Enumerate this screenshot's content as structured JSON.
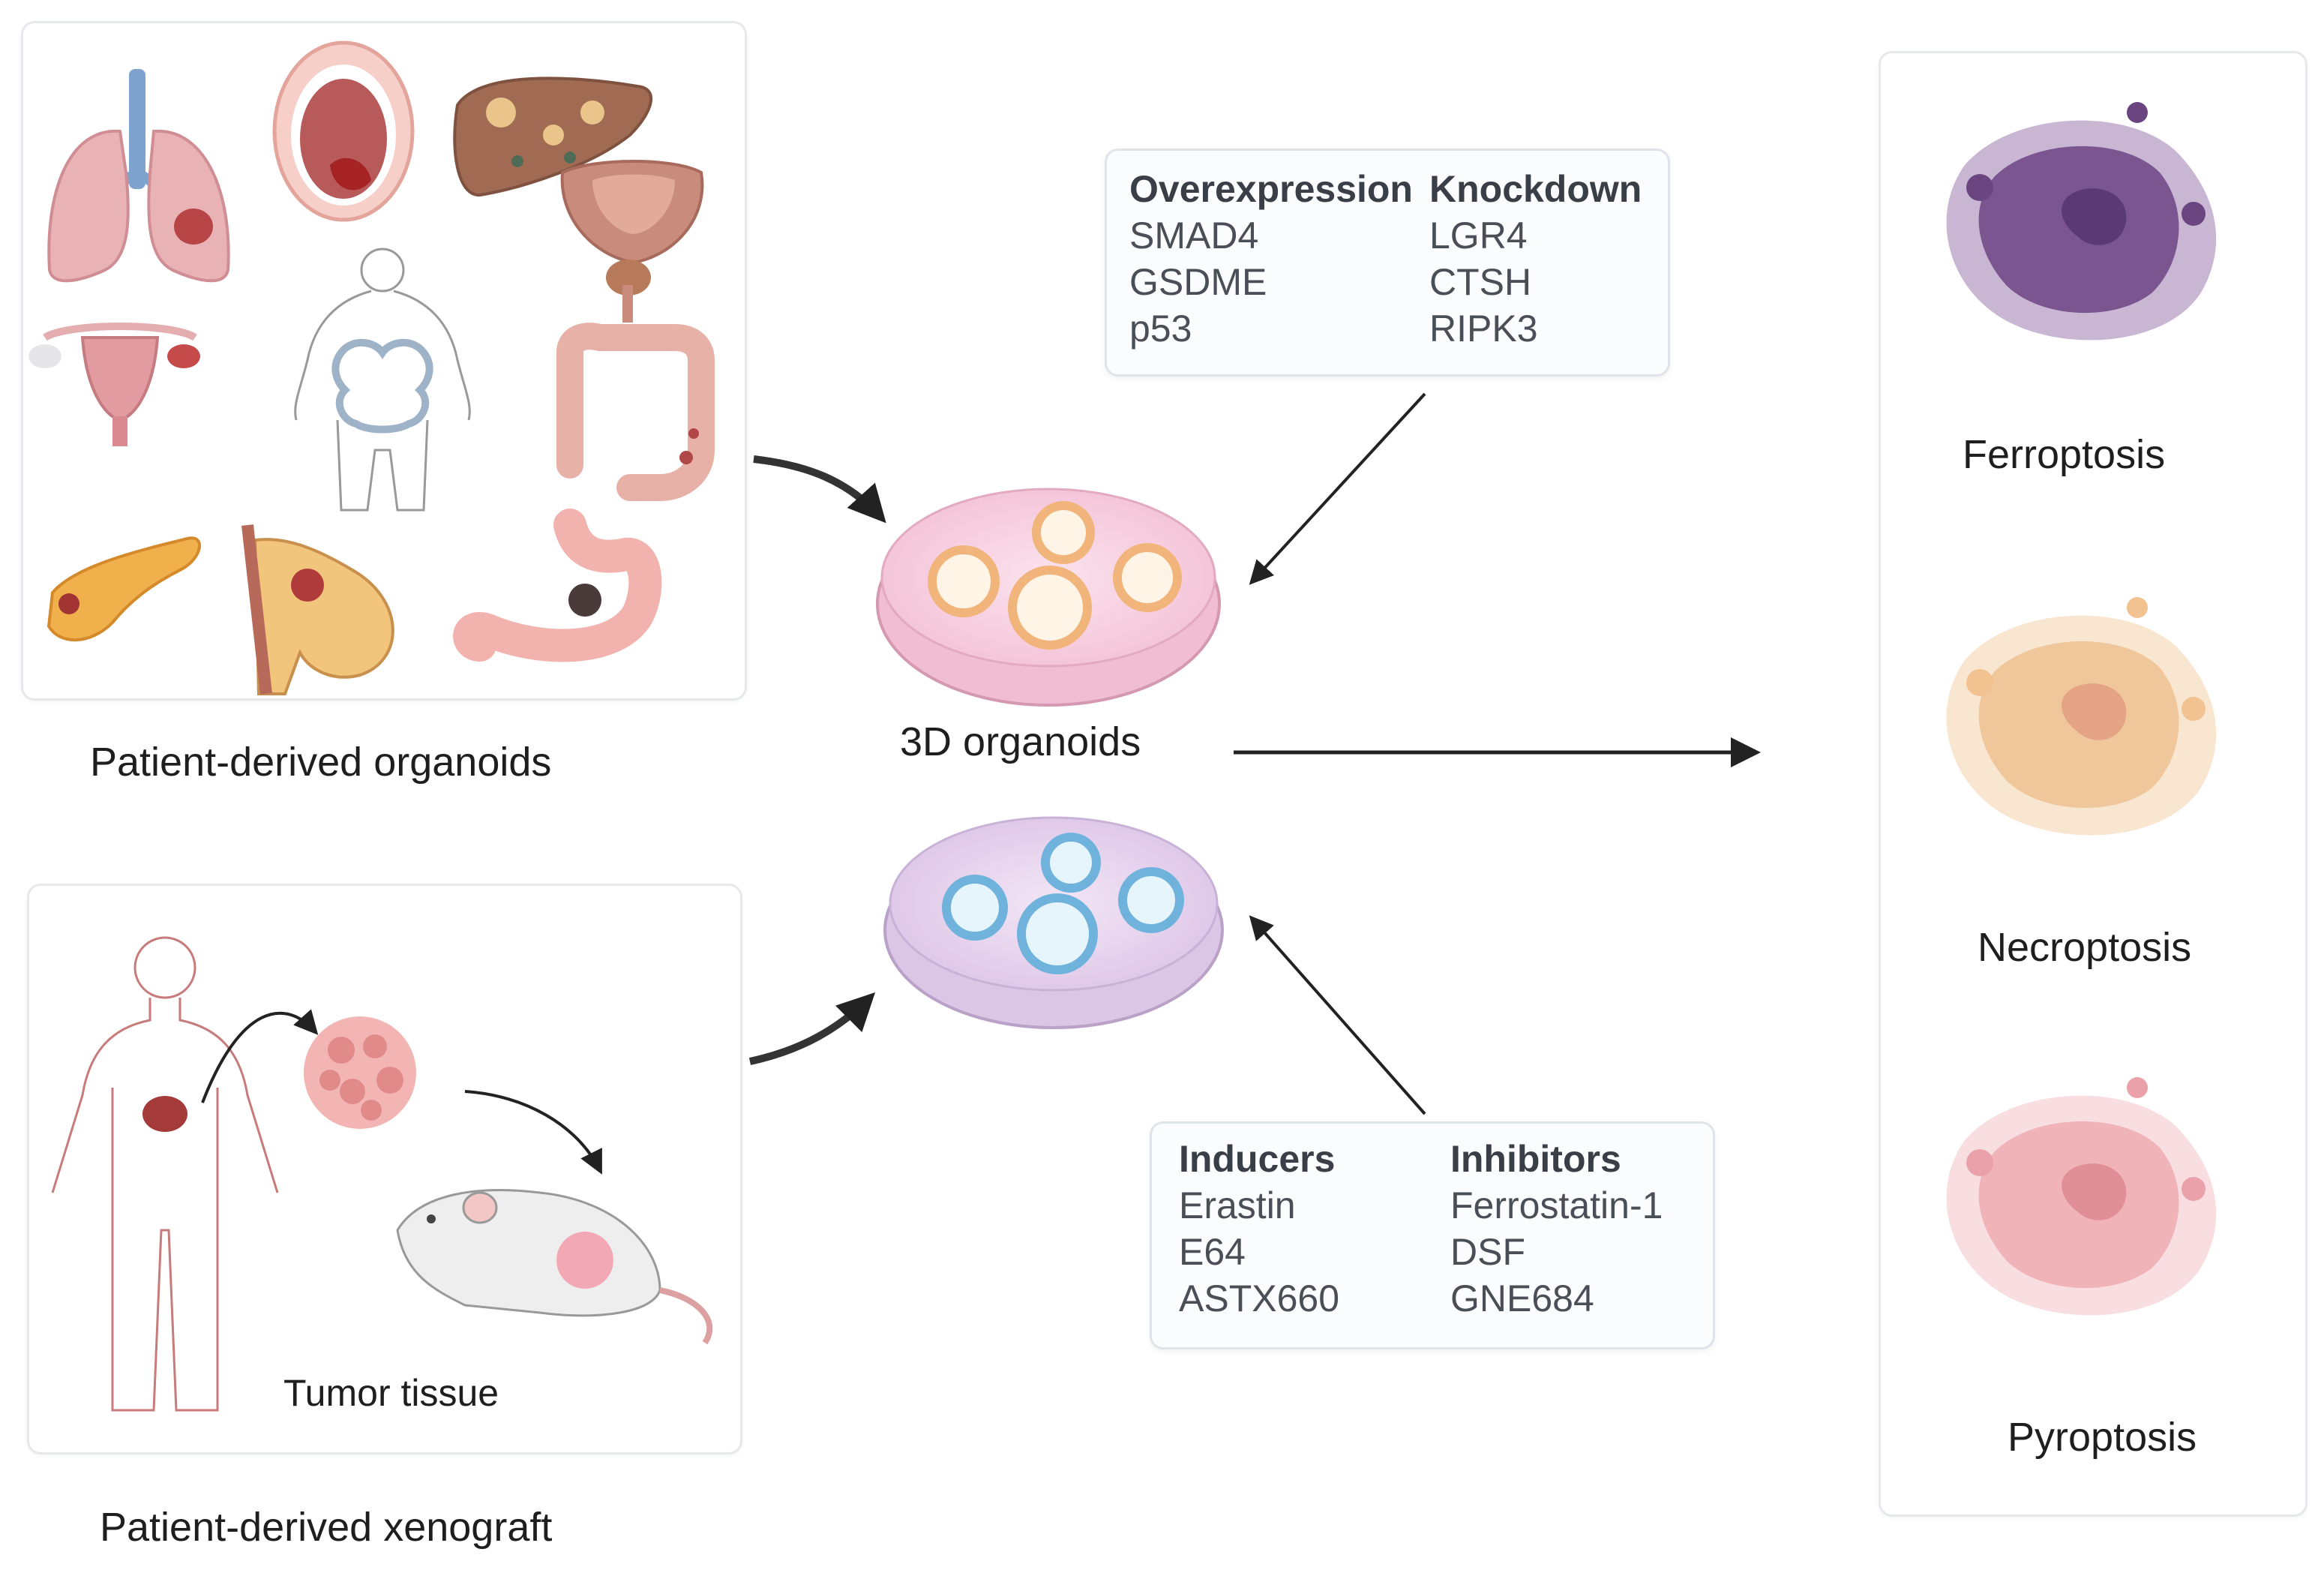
{
  "panels": {
    "pdo": {
      "caption": "Patient-derived organoids"
    },
    "pdx": {
      "caption": "Patient-derived xenograft",
      "tumor_label": "Tumor tissue"
    }
  },
  "center": {
    "caption": "3D organoids"
  },
  "genetic_box": {
    "left": {
      "header": "Overexpression",
      "items": [
        "SMAD4",
        "GSDME",
        "p53"
      ]
    },
    "right": {
      "header": "Knockdown",
      "items": [
        "LGR4",
        "CTSH",
        "RIPK3"
      ]
    }
  },
  "drug_box": {
    "left": {
      "header": "Inducers",
      "items": [
        "Erastin",
        "E64",
        "ASTX660"
      ]
    },
    "right": {
      "header": "Inhibitors",
      "items": [
        "Ferrostatin-1",
        "DSF",
        "GNE684"
      ]
    }
  },
  "death_modes": [
    {
      "label": "Ferroptosis",
      "color": "#7a5590"
    },
    {
      "label": "Necroptosis",
      "color": "#efc79a"
    },
    {
      "label": "Pyroptosis",
      "color": "#efb3b8"
    }
  ],
  "colors": {
    "organoid_orange": "#f1b47a",
    "organoid_blue": "#6fb3dc",
    "dish_pink": "#f6c9dc",
    "dish_purple": "#e3cdea"
  }
}
